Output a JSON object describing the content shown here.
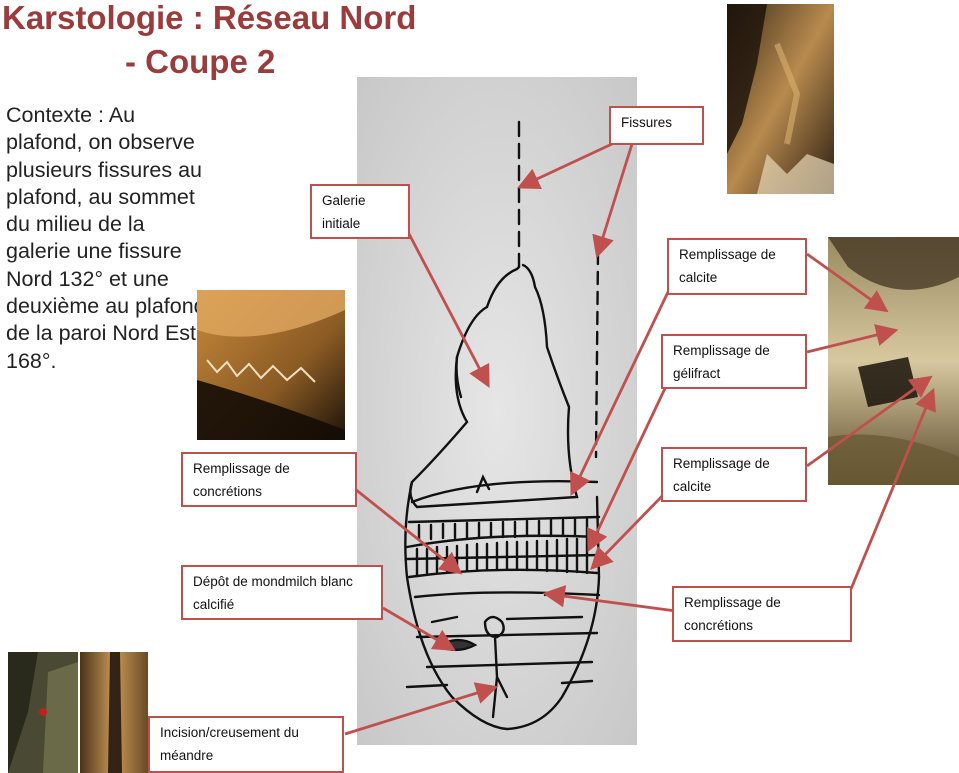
{
  "title": {
    "line1": "Karstologie : Réseau Nord",
    "line2": "- Coupe 2"
  },
  "context": "Contexte : Au plafond, on observe plusieurs fissures au plafond, au sommet du milieu de la galerie une fissure Nord 132° et une deuxième au plafond de la paroi Nord Est 168°.",
  "labels": {
    "fissures": "Fissures",
    "galerie_initiale": "Galerie initiale",
    "remplissage_calcite_1": "Remplissage de calcite",
    "remplissage_gelifract": "Remplissage de gélifract",
    "remplissage_calcite_2": "Remplissage de calcite",
    "remplissage_concretions_left": "Remplissage de concrétions",
    "depot_mondmilch": "Dépôt de mondmilch blanc calcifié",
    "remplissage_concretions_right": "Remplissage de concrétions",
    "incision": "Incision/creusement du méandre"
  },
  "colors": {
    "title": "#9b3b3b",
    "connector": "#c0504d",
    "box_border": "#c0504d"
  }
}
